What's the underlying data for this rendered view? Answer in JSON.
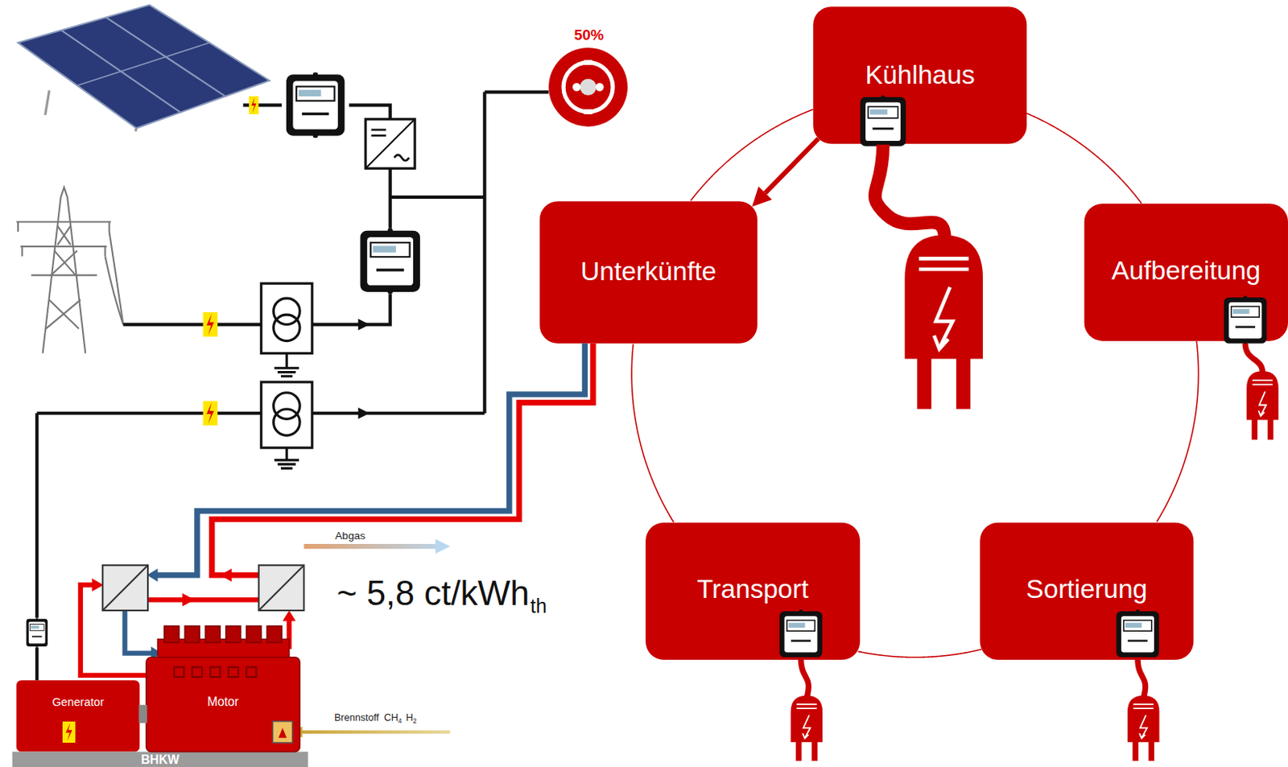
{
  "diagram": {
    "nodes": [
      {
        "text": [
          "Kühlhaus"
        ]
      },
      {
        "text": [
          "Unterkünfte"
        ]
      },
      {
        "text": [
          "Aufbereitung"
        ]
      },
      {
        "text": [
          "Transport"
        ]
      },
      {
        "text": [
          "Sortierung"
        ]
      },
      {
        "text": [
          "Generator"
        ]
      },
      {
        "text": [
          "Motor"
        ]
      },
      {
        "text": [
          "BHKW"
        ]
      }
    ],
    "edges": [
      {
        "from": 0,
        "to": 1,
        "arrow": "to"
      },
      {
        "from": 0,
        "to": 1,
        "arrow": "none"
      },
      {
        "from": 0,
        "to": 2,
        "arrow": "none"
      },
      {
        "from": 2,
        "to": 4,
        "arrow": "none"
      },
      {
        "from": 4,
        "to": 3,
        "arrow": "none"
      },
      {
        "from": 3,
        "to": 1,
        "arrow": "none"
      }
    ],
    "labels": [
      "50%",
      "Abgas",
      "~ 5,8 ct/kWh",
      "th",
      "Brennstoff",
      "CH",
      "4",
      "H",
      "2"
    ]
  }
}
